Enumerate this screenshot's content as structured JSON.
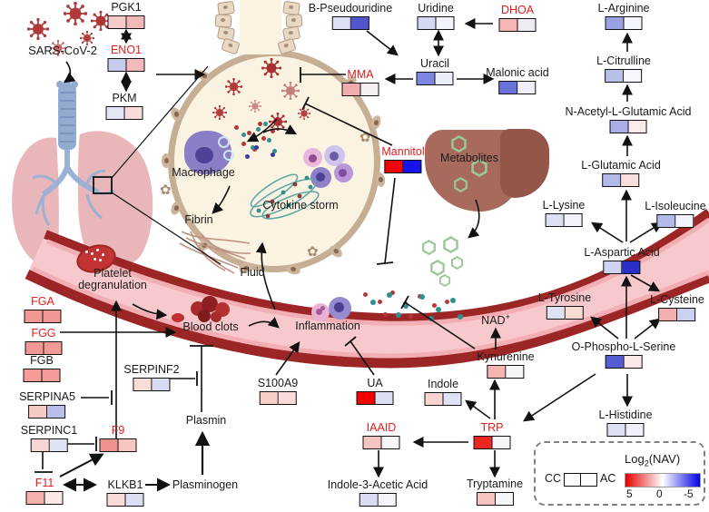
{
  "title": "SARS-CoV-2 coagulation and metabolite pathway diagram",
  "colors": {
    "red_label": "#e11d1d",
    "black_label": "#1a1a1a",
    "vessel_wall": "#9c2626",
    "vessel_fill": "#f7c9cc",
    "alveolus_fill": "#faf3e2",
    "alveolus_ring": "#c6ae95",
    "liver": "#a76a5c",
    "lung": "#e9b6ba",
    "trachea": "#92abd0",
    "virus": "#b13a3a",
    "hexagon": "#9cc797"
  },
  "nodes": {
    "pgk1": {
      "label": "PGK1",
      "label_color": "#1a1a1a",
      "cc": "#f5cbca",
      "ac": "#f3b9b8"
    },
    "eno1": {
      "label": "ENO1",
      "label_color": "#e11d1d",
      "cc": "#c6cbee",
      "ac": "#f3b9bd"
    },
    "pkm": {
      "label": "PKM",
      "label_color": "#1a1a1a",
      "cc": "#e3e5f5",
      "ac": "#f8dcdc"
    },
    "bpseudo": {
      "label": "B-Pseudouridine",
      "label_color": "#1a1a1a",
      "cc": "#dde1f3",
      "ac": "#5156cf"
    },
    "uridine": {
      "label": "Uridine",
      "label_color": "#1a1a1a",
      "cc": "#d4d8f1",
      "ac": "#f3f3fa"
    },
    "dhoa": {
      "label": "DHOA",
      "label_color": "#e11d1d",
      "cc": "#f4b5b4",
      "ac": "#f1ecf4"
    },
    "mma": {
      "label": "MMA",
      "label_color": "#e11d1d",
      "cc": "#f2abae",
      "ac": "#f4edf2"
    },
    "uracil": {
      "label": "Uracil",
      "label_color": "#1a1a1a",
      "cc": "#7d85e0",
      "ac": "#ebedf8"
    },
    "malonic": {
      "label": "Malonic acid",
      "label_color": "#1a1a1a",
      "cc": "#6b72da",
      "ac": "#efeef8"
    },
    "arginine": {
      "label": "L-Arginine",
      "label_color": "#1a1a1a",
      "cc": "#9aa0e4",
      "ac": "#f4f4fb"
    },
    "citrulline": {
      "label": "L-Citrulline",
      "label_color": "#1a1a1a",
      "cc": "#b9bfe9",
      "ac": "#f6f6fc"
    },
    "nacetyl": {
      "label": "N-Acetyl-L-Glutamic Acid",
      "label_color": "#1a1a1a",
      "cc": "#a9afe6",
      "ac": "#f9ece9"
    },
    "glutamic": {
      "label": "L-Glutamic Acid",
      "label_color": "#1a1a1a",
      "cc": "#b3b9e8",
      "ac": "#f8dfdc"
    },
    "lysine": {
      "label": "L-Lysine",
      "label_color": "#1a1a1a",
      "cc": "#dce0f2",
      "ac": "#f2f3fa"
    },
    "isoleucine": {
      "label": "L-Isoleucine",
      "label_color": "#1a1a1a",
      "cc": "#b3b9e8",
      "ac": "#f3f4fb"
    },
    "aspartic": {
      "label": "L-Aspartic Acid",
      "label_color": "#1a1a1a",
      "cc": "#ced3ef",
      "ac": "#2b2fc8"
    },
    "tyrosine": {
      "label": "L-Tyrosine",
      "label_color": "#1a1a1a",
      "cc": "#dfe2f3",
      "ac": "#f8dcd4"
    },
    "cysteine": {
      "label": "L-Cysteine",
      "label_color": "#1a1a1a",
      "cc": "#f3afad",
      "ac": "#cbd0ee"
    },
    "ophospho": {
      "label": "O-Phospho-L-Serine",
      "label_color": "#1a1a1a",
      "cc": "#555cd4",
      "ac": "#f9e8e6"
    },
    "histidine": {
      "label": "L-Histidine",
      "label_color": "#1a1a1a",
      "cc": "#dee1f3",
      "ac": "#eff0f9"
    },
    "mannitol": {
      "label": "Mannitol",
      "label_color": "#e11d1d",
      "cc": "#f20505",
      "ac": "#1414e8"
    },
    "fga": {
      "label": "FGA",
      "label_color": "#e11d1d",
      "cc": "#f29894",
      "ac": "#f29894"
    },
    "fgg": {
      "label": "FGG",
      "label_color": "#e11d1d",
      "cc": "#f29894",
      "ac": "#f39a96"
    },
    "fgb": {
      "label": "FGB",
      "label_color": "#1a1a1a",
      "cc": "#f39c98",
      "ac": "#f39c98"
    },
    "serpinf2": {
      "label": "SERPINF2",
      "label_color": "#1a1a1a",
      "cc": "#f8dcd8",
      "ac": "#d8dbf1"
    },
    "serpina5": {
      "label": "SERPINA5",
      "label_color": "#1a1a1a",
      "cc": "#f6c9c6",
      "ac": "#b9bee9"
    },
    "serpinc1": {
      "label": "SERPINC1",
      "label_color": "#1a1a1a",
      "cc": "#f8d6d3",
      "ac": "#dfe2f3"
    },
    "f9": {
      "label": "F9",
      "label_color": "#e11d1d",
      "cc": "#f0928e",
      "ac": "#f7c6c3"
    },
    "f11": {
      "label": "F11",
      "label_color": "#e11d1d",
      "cc": "#f4b1ae",
      "ac": "#fbe9e7"
    },
    "klkb1": {
      "label": "KLKB1",
      "label_color": "#1a1a1a",
      "cc": "#f8dad7",
      "ac": "#dcdff2"
    },
    "s100a9": {
      "label": "S100A9",
      "label_color": "#1a1a1a",
      "cc": "#f7cdca",
      "ac": "#f9dcd9"
    },
    "ua": {
      "label": "UA",
      "label_color": "#1a1a1a",
      "cc": "#f50000",
      "ac": "#dcdff4"
    },
    "iaaid": {
      "label": "IAAID",
      "label_color": "#e11d1d",
      "cc": "#f6c5c2",
      "ac": "#f6f6f8"
    },
    "i3aa": {
      "label": "Indole-3-Acetic Acid",
      "label_color": "#1a1a1a",
      "cc": "#d9dcf2",
      "ac": "#f4f4f9"
    },
    "indole": {
      "label": "Indole",
      "label_color": "#1a1a1a",
      "cc": "#f7d4d1",
      "ac": "#dfe1f4"
    },
    "kynurenine": {
      "label": "Kynurenine",
      "label_color": "#1a1a1a",
      "cc": "#f4b4b1",
      "ac": "#f6f6f8"
    },
    "trp": {
      "label": "TRP",
      "label_color": "#e11d1d",
      "cc": "#ee2621",
      "ac": "#f6f6f8"
    },
    "tryptamine": {
      "label": "Tryptamine",
      "label_color": "#1a1a1a",
      "cc": "#f6c3c0",
      "ac": "#f6f6f8"
    }
  },
  "labels": {
    "sars": "SARS-CoV-2",
    "macrophage": "Macrophage",
    "cytokine_storm": "Cytokine storm",
    "fibrin": "Fibrin",
    "fluid": "Fluid",
    "metabolites": "Metabolites",
    "platelet_degranulation": "Platelet degranulation",
    "blood_clots": "Blood clots",
    "inflammation": "Inflammation",
    "nad": "NAD",
    "nad_sup": "+",
    "plasmin": "Plasmin",
    "plasminogen": "Plasminogen"
  },
  "legend": {
    "cc": "CC",
    "ac": "AC",
    "title_pre": "Log",
    "title_sub": "2",
    "title_post": "(NAV)",
    "ticks": [
      "5",
      "0",
      "-5"
    ],
    "gradient": [
      "#e60000",
      "#ffffff",
      "#0000e6"
    ]
  }
}
